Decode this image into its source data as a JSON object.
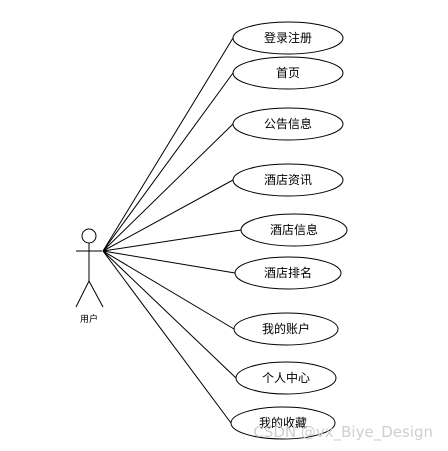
{
  "actor": {
    "label": "用户"
  },
  "use_cases": [
    {
      "id": "login",
      "label": "登录注册"
    },
    {
      "id": "home",
      "label": "首页"
    },
    {
      "id": "notice",
      "label": "公告信息"
    },
    {
      "id": "hotel-news",
      "label": "酒店资讯"
    },
    {
      "id": "hotel-info",
      "label": "酒店信息"
    },
    {
      "id": "hotel-rank",
      "label": "酒店排名"
    },
    {
      "id": "my-account",
      "label": "我的账户"
    },
    {
      "id": "personal-center",
      "label": "个人中心"
    },
    {
      "id": "my-favorites",
      "label": "我的收藏"
    }
  ],
  "watermark": {
    "text": "CSDN @vx_Biye_Design"
  },
  "colors": {
    "line": "#000000",
    "ellipse_fill": "#ffffff",
    "watermark": "#cfcfcf"
  }
}
